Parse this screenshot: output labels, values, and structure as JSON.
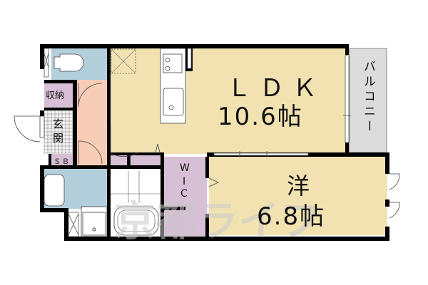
{
  "floor_plan": {
    "rooms": {
      "ldk": {
        "name": "ＬＤＫ",
        "size": "10.6帖",
        "color": "#f2e2b2"
      },
      "western": {
        "name": "洋",
        "size": "6.8帖",
        "color": "#f2e2b2"
      },
      "balcony": {
        "name": "バルコニー",
        "color": "#dcdcdc"
      },
      "wic": {
        "name": "WIC",
        "letters": [
          "W",
          "I",
          "C"
        ],
        "color": "#d7bfd5"
      },
      "storage": {
        "name": "収納",
        "color": "#d7bfd5"
      },
      "entrance": {
        "name": "玄関",
        "letters": [
          "玄",
          "関"
        ]
      },
      "shoe_box": {
        "name": "ＳＢ",
        "color": "#d7bfd5"
      },
      "hallway": {
        "color": "#f7cdb8"
      },
      "toilet": {
        "color": "#b4cfdc"
      },
      "washroom": {
        "color": "#b4cfdc"
      }
    },
    "watermark": "京都ライフ"
  }
}
